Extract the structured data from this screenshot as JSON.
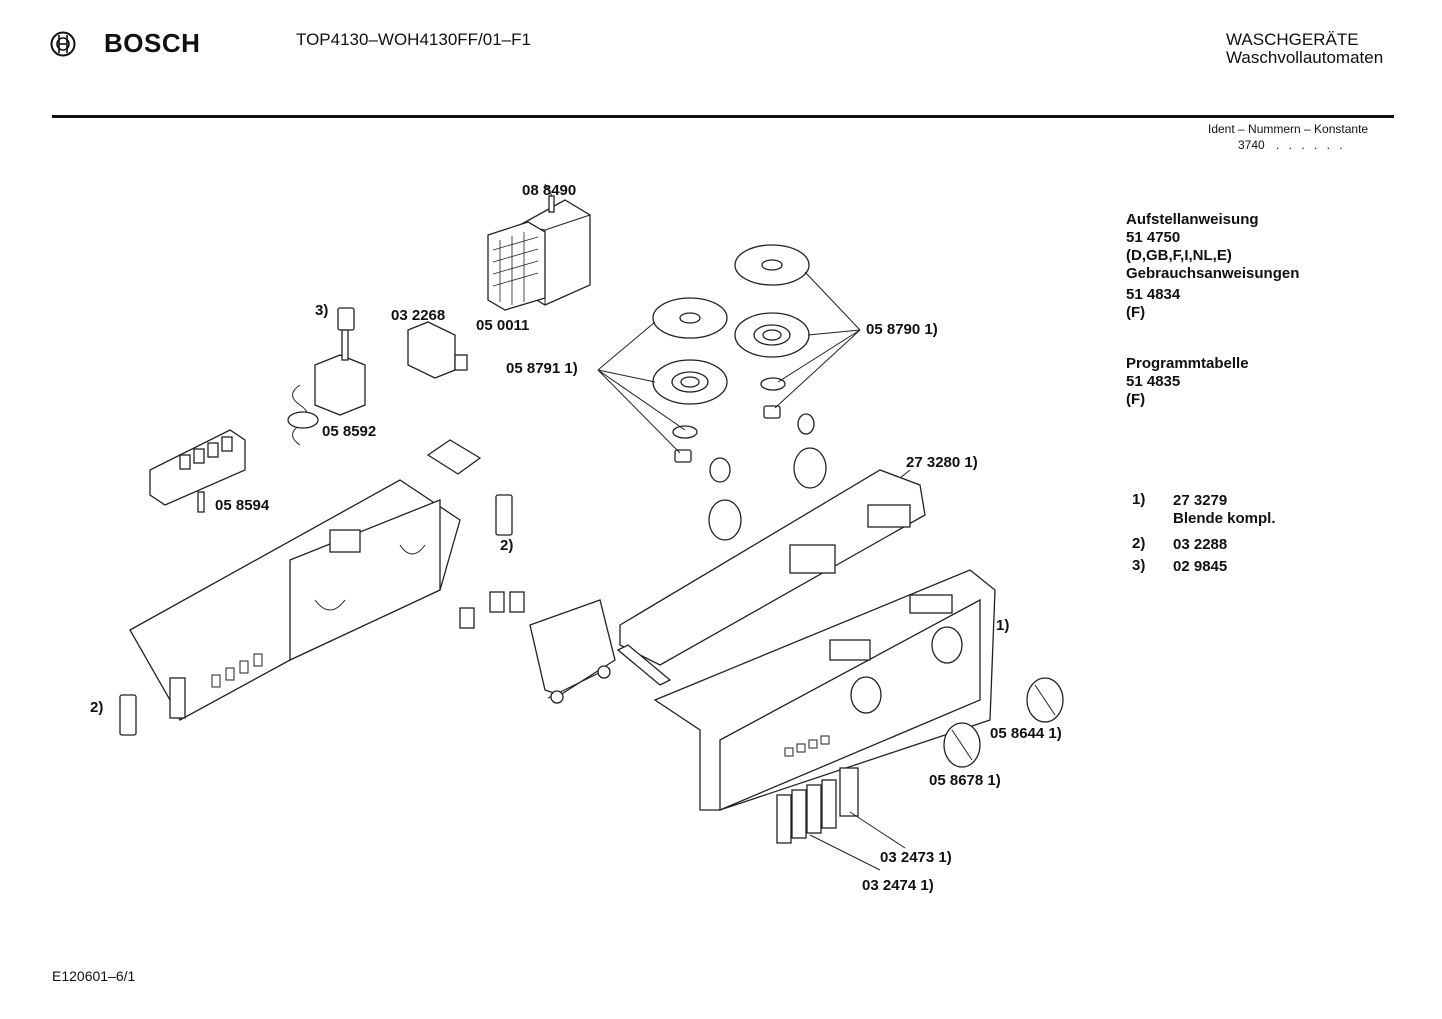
{
  "header": {
    "brand": "BOSCH",
    "model": "TOP4130–WOH4130FF/01–F1",
    "category_line1": "WASCHGERÄTE",
    "category_line2": "Waschvollautomaten",
    "ident_label": "Ident – Nummern – Konstante",
    "ident_value": "3740",
    "ident_dots": ". . . . . ."
  },
  "documents": [
    "Aufstellanweisung",
    "51 4750",
    "(D,GB,F,I,NL,E)",
    "Gebrauchsanweisungen",
    "51 4834",
    "(F)",
    "Programmtabelle",
    "51 4835",
    "(F)"
  ],
  "footnotes": [
    {
      "key": "1)",
      "value": "27 3279",
      "extra": "Blende kompl."
    },
    {
      "key": "2)",
      "value": "03 2288"
    },
    {
      "key": "3)",
      "value": "02 9845"
    }
  ],
  "part_labels": [
    "08 8490",
    "05 0011",
    "03 2268",
    "3)",
    "05 8592",
    "05 8594",
    "05 8791 1)",
    "05 8790 1)",
    "27 3280  1)",
    "2)",
    "2)",
    "1)",
    "05 8644 1)",
    "05 8678 1)",
    "03 2473 1)",
    "03 2474 1)"
  ],
  "footer": {
    "code": "E120601–6/1"
  },
  "icons": {
    "logo": "bosch-armature-logo-icon"
  }
}
